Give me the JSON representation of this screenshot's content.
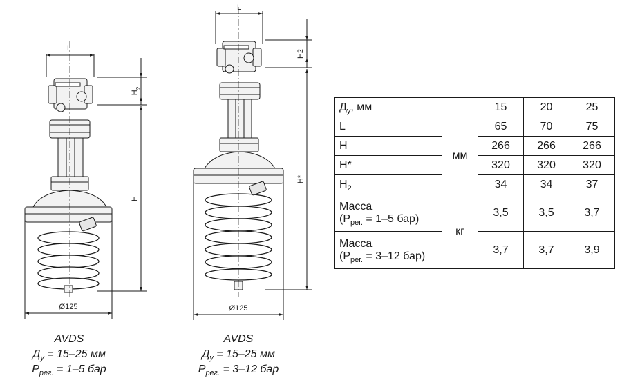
{
  "captions": [
    {
      "model": "AVDS",
      "dn_label": "Д",
      "dn_sub": "у",
      "dn_value": " = 15–25 мм",
      "p_label": "P",
      "p_sub": "рег.",
      "p_value": " = 1–5 бар"
    },
    {
      "model": "AVDS",
      "dn_label": "Д",
      "dn_sub": "у",
      "dn_value": " = 15–25 мм",
      "p_label": "P",
      "p_sub": "рег.",
      "p_value": " = 3–12 бар"
    }
  ],
  "drawing1": {
    "dim_L": "L",
    "dim_H2": "H",
    "dim_H2_sub": "2",
    "dim_H": "H",
    "dim_diameter": "Ø125"
  },
  "drawing2": {
    "dim_L": "L",
    "dim_H2": "H2",
    "dim_H": "H*",
    "dim_diameter": "Ø125"
  },
  "table": {
    "header": {
      "label": "Д",
      "label_sub": "у",
      "label_suffix": ", мм",
      "sizes": [
        "15",
        "20",
        "25"
      ]
    },
    "unit_mm": "мм",
    "unit_kg": "кг",
    "rows": [
      {
        "label": "L",
        "label_sub": "",
        "values": [
          "65",
          "70",
          "75"
        ]
      },
      {
        "label": "H",
        "label_sub": "",
        "values": [
          "266",
          "266",
          "266"
        ]
      },
      {
        "label": "H*",
        "label_sub": "",
        "values": [
          "320",
          "320",
          "320"
        ]
      },
      {
        "label": "H",
        "label_sub": "2",
        "values": [
          "34",
          "34",
          "37"
        ]
      }
    ],
    "mass_rows": [
      {
        "line1": "Масса",
        "p_open": "(P",
        "p_sub": "рег.",
        "p_range": " = 1–5 бар)",
        "values": [
          "3,5",
          "3,5",
          "3,7"
        ]
      },
      {
        "line1": "Масса",
        "p_open": "(P",
        "p_sub": "рег.",
        "p_range": " = 3–12 бар)",
        "values": [
          "3,7",
          "3,7",
          "3,9"
        ]
      }
    ]
  }
}
